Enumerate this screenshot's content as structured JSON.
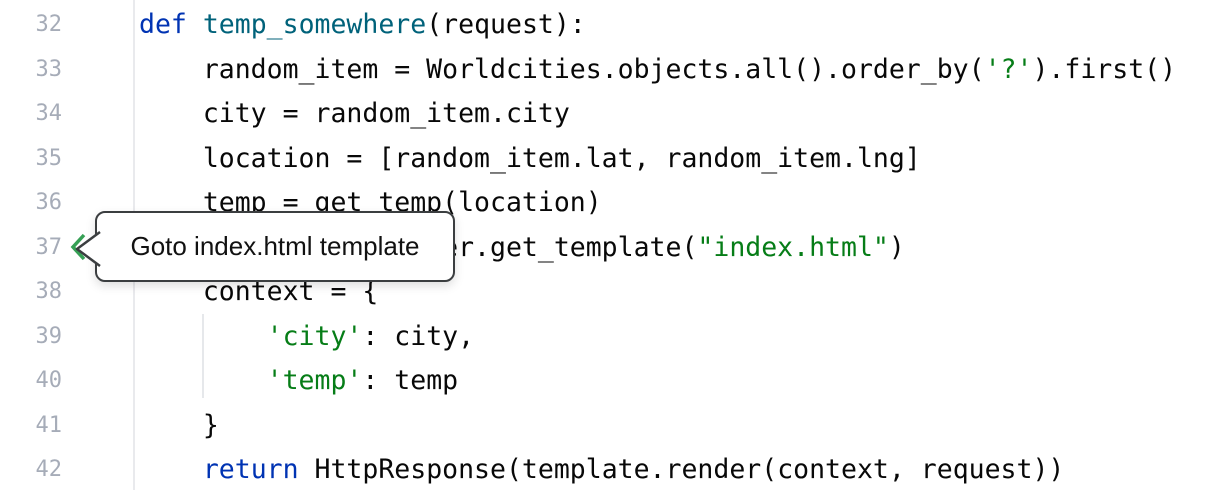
{
  "editor": {
    "colors": {
      "background": "#ffffff",
      "keyword": "#0033b3",
      "function_name": "#00627a",
      "string": "#067d17",
      "text": "#080808",
      "line_number": "#a6acb8",
      "gutter_border": "#e9eaed",
      "indent_guide": "#e6e8eb",
      "icon_green": "#36a055",
      "tooltip_border": "#3b3e40"
    },
    "lines": [
      {
        "num": "32",
        "tokens": [
          {
            "t": "def",
            "c": "kw"
          },
          {
            "t": " ",
            "c": "pl"
          },
          {
            "t": "temp_somewhere",
            "c": "fn"
          },
          {
            "t": "(request):",
            "c": "pl"
          }
        ]
      },
      {
        "num": "33",
        "tokens": [
          {
            "t": "    random_item = Worldcities.objects.all().order_by(",
            "c": "pl"
          },
          {
            "t": "'?'",
            "c": "str"
          },
          {
            "t": ").first()",
            "c": "pl"
          }
        ]
      },
      {
        "num": "34",
        "tokens": [
          {
            "t": "    city = random_item.city",
            "c": "pl"
          }
        ]
      },
      {
        "num": "35",
        "tokens": [
          {
            "t": "    location = [random_item.lat, random_item.lng]",
            "c": "pl"
          }
        ]
      },
      {
        "num": "36",
        "tokens": [
          {
            "t": "    temp = get_temp(location)",
            "c": "pl"
          }
        ]
      },
      {
        "num": "37",
        "tokens": [
          {
            "t": "    template = loader.get_template(",
            "c": "pl"
          },
          {
            "t": "\"index.html\"",
            "c": "str"
          },
          {
            "t": ")",
            "c": "pl"
          }
        ]
      },
      {
        "num": "38",
        "tokens": [
          {
            "t": "    context = {",
            "c": "pl"
          }
        ]
      },
      {
        "num": "39",
        "tokens": [
          {
            "t": "        ",
            "c": "pl"
          },
          {
            "t": "'city'",
            "c": "str"
          },
          {
            "t": ": city,",
            "c": "pl"
          }
        ]
      },
      {
        "num": "40",
        "tokens": [
          {
            "t": "        ",
            "c": "pl"
          },
          {
            "t": "'temp'",
            "c": "str"
          },
          {
            "t": ": temp",
            "c": "pl"
          }
        ]
      },
      {
        "num": "41",
        "tokens": [
          {
            "t": "    }",
            "c": "pl"
          }
        ]
      },
      {
        "num": "42",
        "tokens": [
          {
            "t": "    ",
            "c": "pl"
          },
          {
            "t": "return",
            "c": "kw"
          },
          {
            "t": " HttpResponse(template.render(context, request))",
            "c": "pl"
          }
        ]
      }
    ]
  },
  "tooltip": {
    "text": "Goto index.html template"
  },
  "gutter_icon": {
    "name": "goto-template",
    "glyph": "«"
  }
}
